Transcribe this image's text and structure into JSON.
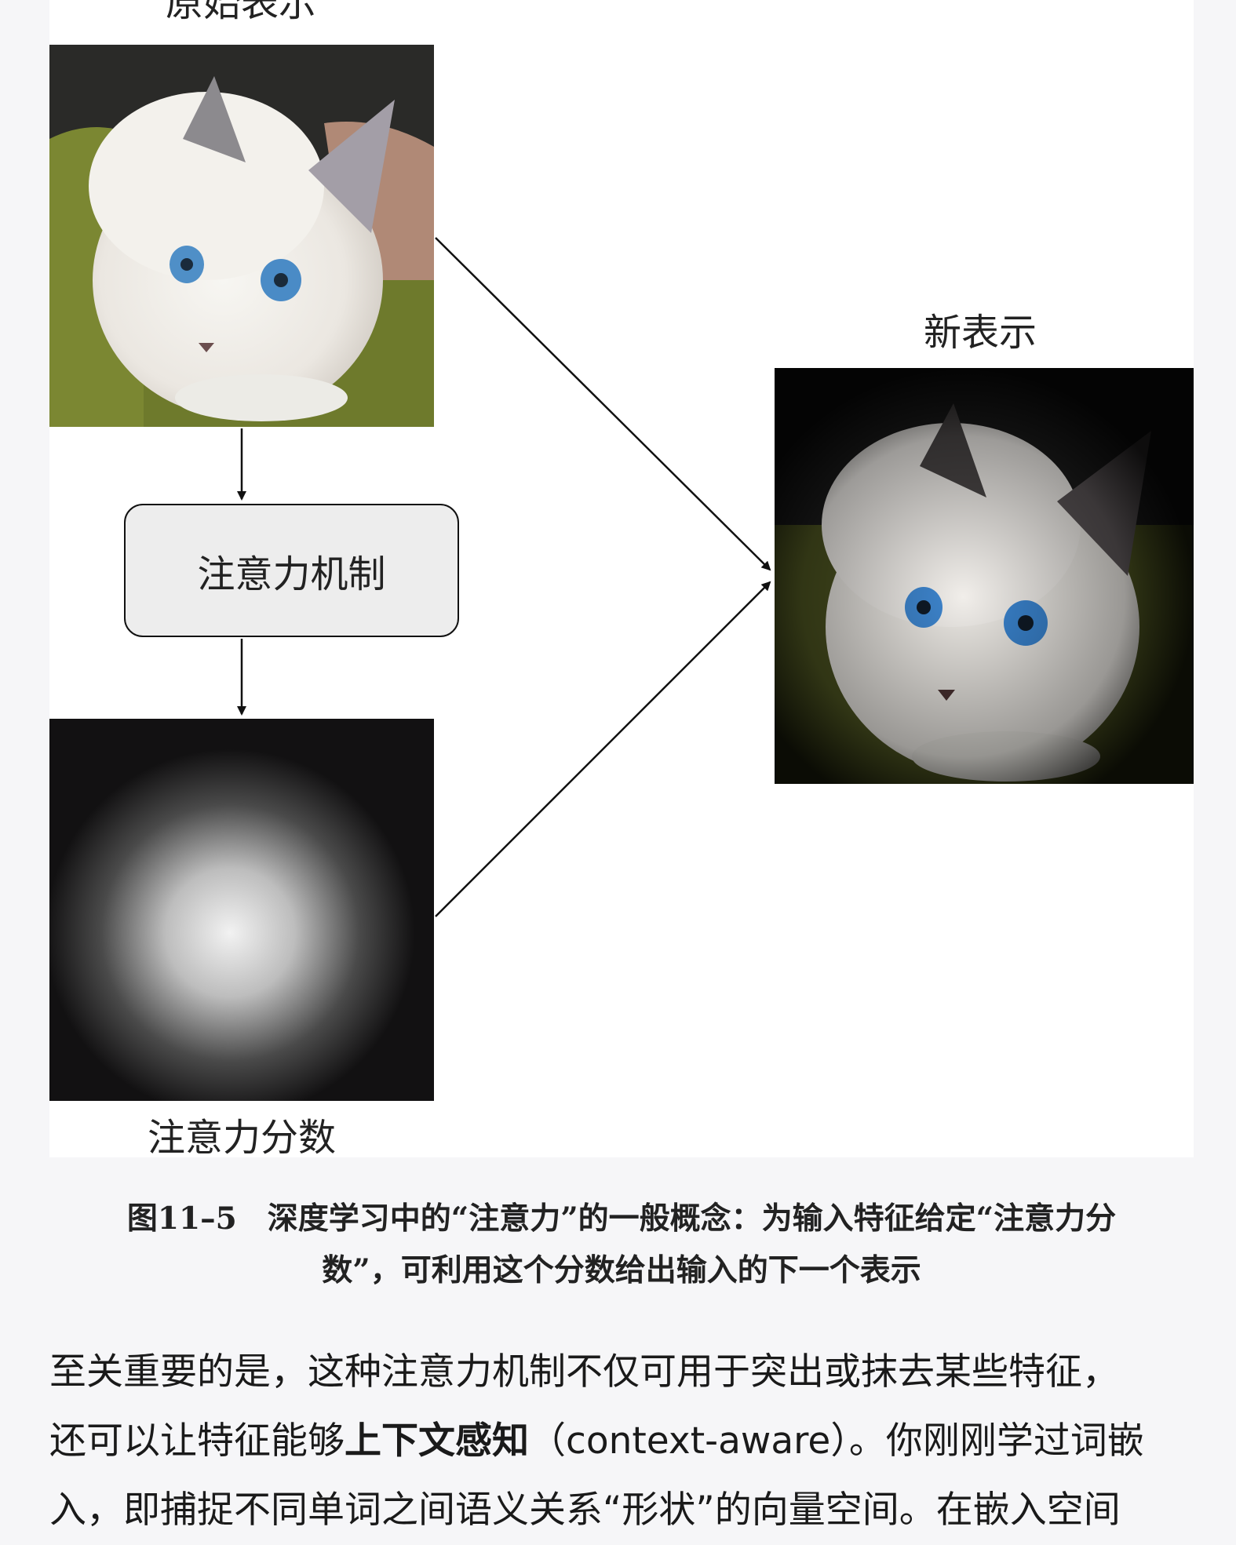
{
  "figure": {
    "label_original": "原始表示",
    "label_new": "新表示",
    "box_label": "注意力机制",
    "label_scores": "注意力分数"
  },
  "caption": {
    "line1": "图11–5　深度学习中的“注意力”的一般概念：为输入特征给定“注意力分",
    "line2": "数”，可利用这个分数给出输入的下一个表示"
  },
  "body": {
    "line1": "至关重要的是，这种注意力机制不仅可用于突出或抹去某些特征，",
    "line2_pre": "还可以让特征能够",
    "line2_bold": "上下文感知",
    "line2_post": "（context-aware）。你刚刚学过词嵌",
    "line3": "入，即捕捉不同单词之间语义关系“形状”的向量空间。在嵌入空间"
  }
}
